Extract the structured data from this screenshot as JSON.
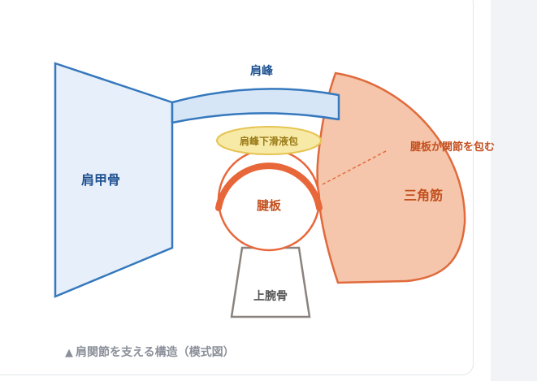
{
  "labels": {
    "acromion": "肩峰",
    "bursa": "肩峰下滑液包",
    "tendon_wrap": "腱板が関節を包む",
    "scapula": "肩甲骨",
    "rotator_cuff": "腱板",
    "deltoid": "三角筋",
    "humerus": "上腕骨"
  },
  "caption": {
    "marker": "▲",
    "text": "肩関節を支える構造（模式図）"
  },
  "colors": {
    "scapula_fill": "#e6effa",
    "scapula_stroke": "#3578bd",
    "acromion_fill": "#d6e6f6",
    "bursa_fill": "#f7e9a6",
    "bursa_stroke": "#e5c451",
    "cuff_stroke": "#e8673a",
    "deltoid_fill": "#f5c6ab",
    "deltoid_stroke": "#e06a3c",
    "humerus_stroke": "#8a837e",
    "text_blue": "#1f5290",
    "text_orange": "#c4501f",
    "text_bursa": "#9a7a17",
    "text_gray": "#555555"
  }
}
